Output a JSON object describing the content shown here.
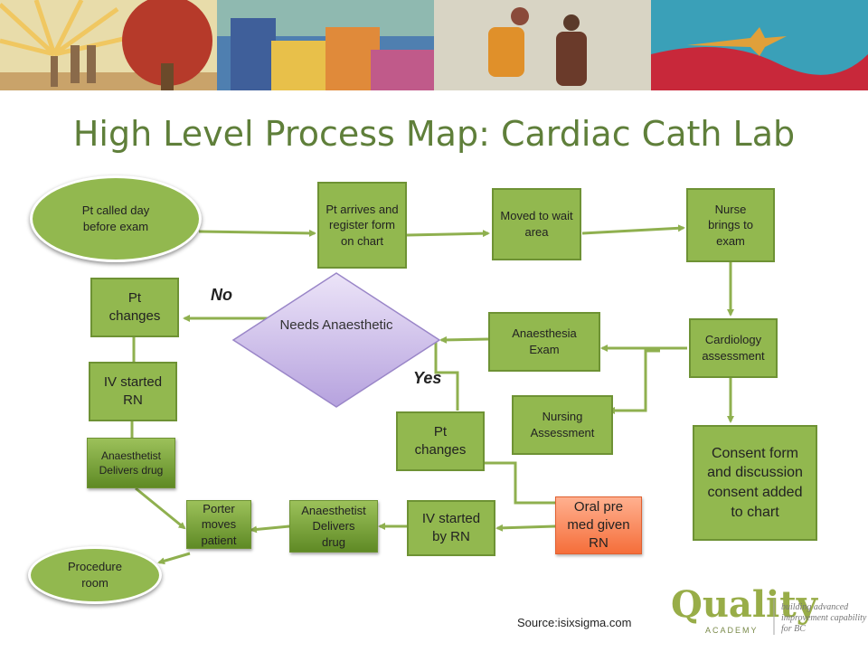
{
  "title": "High Level Process Map: Cardiac Cath Lab",
  "nodes": {
    "pt_called": "Pt called day before exam",
    "pt_arrives": "Pt arrives and register form on chart",
    "moved_wait": "Moved to wait area",
    "nurse_brings": "Nurse brings to exam",
    "cardiology": "Cardiology assessment",
    "anaesthesia_exam": "Anaesthesia Exam",
    "nursing_assessment": "Nursing Assessment",
    "consent": "Consent form and discussion consent added to chart",
    "needs_anaesthetic": "Needs Anaesthetic",
    "pt_changes_left": "Pt changes",
    "iv_rn_left": "IV started RN",
    "anaesthetist_left": "Anaesthetist Delivers drug",
    "porter": "Porter moves patient",
    "procedure_room": "Procedure room",
    "pt_changes_right": "Pt changes",
    "oral_premed": "Oral pre med given RN",
    "iv_rn_right": "IV started by RN",
    "anaesthetist_right": "Anaesthetist Delivers drug"
  },
  "labels": {
    "no": "No",
    "yes": "Yes"
  },
  "source": "Source:isixsigma.com",
  "logo": {
    "name": "Quality",
    "sub": "ACADEMY",
    "tagline_1": "building advanced",
    "tagline_2": "improvement capability",
    "tagline_3": "for BC"
  },
  "colors": {
    "box_fill": "#92b84f",
    "box_border": "#6e9234",
    "connector": "#8fb04f",
    "diamond": "#c8b8e8",
    "title": "#5f7f3a",
    "oral_premed": "#f8835a"
  }
}
